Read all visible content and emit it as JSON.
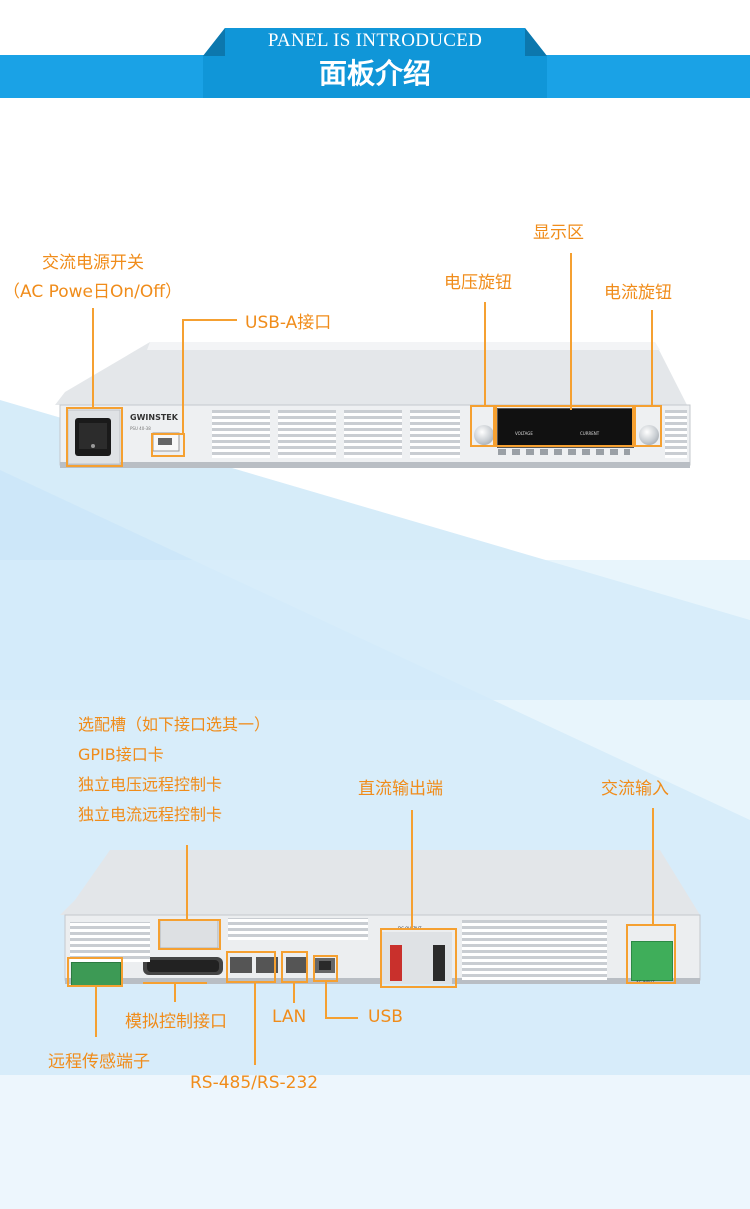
{
  "header": {
    "title_en": "PANEL IS INTRODUCED",
    "title_cn": "面板介绍"
  },
  "front_panel": {
    "brand": "GWINSTEK",
    "labels": {
      "ac_switch_line1": "交流电源开关",
      "ac_switch_line2": "（AC Powe日On/Off）",
      "usb_a": "USB-A接口",
      "display_area": "显示区",
      "voltage_knob": "电压旋钮",
      "current_knob": "电流旋钮"
    },
    "display_text": {
      "voltage": "VOLTAGE",
      "current": "CURRENT"
    }
  },
  "rear_panel": {
    "labels": {
      "option_slot": "选配槽（如下接口选其一）",
      "option_gpib": "GPIB接口卡",
      "option_voltage": "独立电压远程控制卡",
      "option_current": "独立电流远程控制卡",
      "dc_output": "直流输出端",
      "ac_input": "交流输入",
      "analog_control": "模拟控制接口",
      "lan": "LAN",
      "usb": "USB",
      "remote_sense": "远程传感端子",
      "rs485_232": "RS-485/RS-232"
    },
    "terminal_text": {
      "dc_output": "DC OUTPUT",
      "ac_input": "AC INPUT"
    }
  },
  "colors": {
    "accent": "#1aa2e6",
    "label": "#f08c1a",
    "callout": "#f5a031",
    "background_tint": "#cfe9f8"
  }
}
